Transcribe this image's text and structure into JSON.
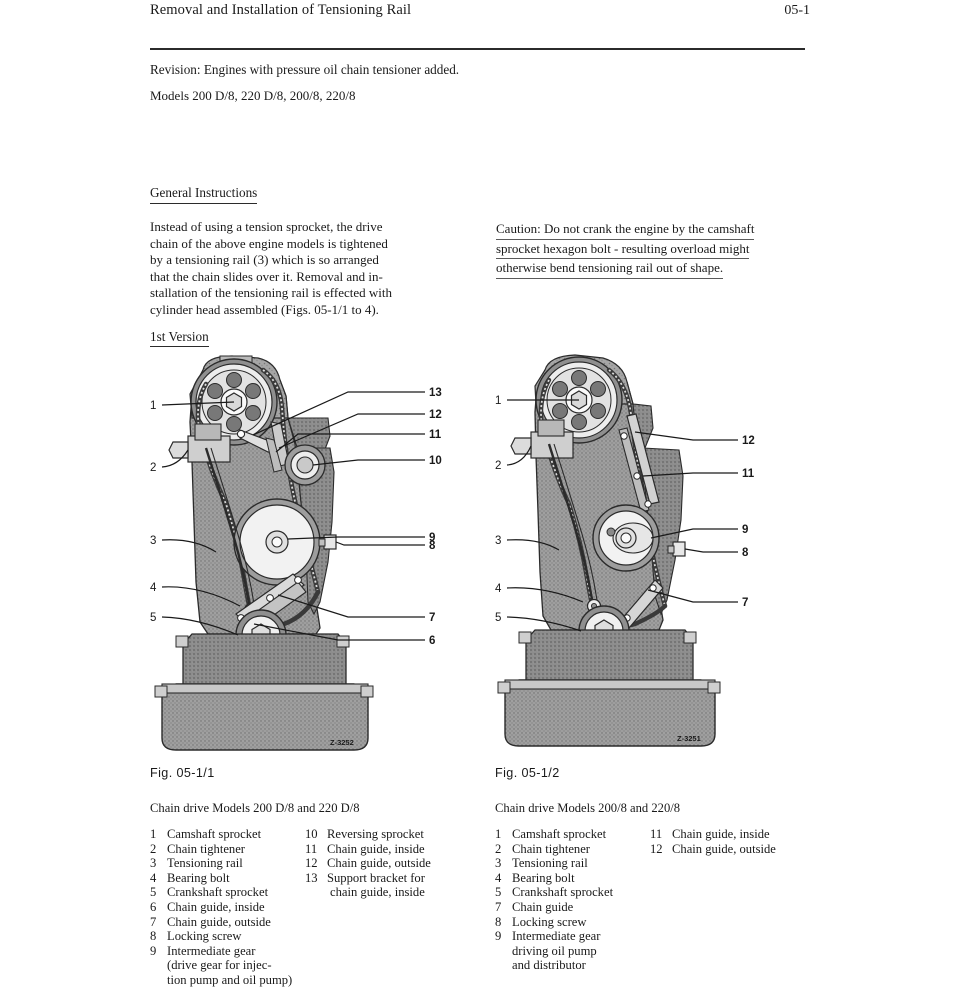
{
  "header": {
    "title": "Removal and Installation of Tensioning Rail",
    "page_number": "05-1"
  },
  "intro": {
    "revision": "Revision: Engines with pressure oil chain tensioner added.",
    "models": "Models 200 D/8, 220 D/8, 200/8, 220/8"
  },
  "general_instructions": {
    "heading": "General Instructions",
    "line1": "Instead of using a tension sprocket, the drive",
    "line2": "chain of the above engine models is tightened",
    "line3": "by a tensioning rail (3) which is so arranged",
    "line4": "that the chain slides over it. Removal and in-",
    "line5": "stallation of the tensioning rail is effected with",
    "line6": "cylinder head assembled (Figs. 05-1/1 to 4).",
    "version_heading": "1st Version"
  },
  "caution": {
    "line1": "Caution: Do not crank the engine by the camshaft",
    "line2": "sprocket hexagon bolt - resulting overload might",
    "line3": "otherwise bend tensioning rail out of shape."
  },
  "figure_left": {
    "caption": "Fig.  05-1/1",
    "photo_code": "Z-3252",
    "callouts_left": [
      "1",
      "2",
      "3",
      "4",
      "5"
    ],
    "callouts_right": [
      "13",
      "12",
      "11",
      "10",
      "9",
      "8",
      "7",
      "6"
    ]
  },
  "figure_right": {
    "caption": "Fig.  05-1/2",
    "photo_code": "Z-3251",
    "callouts_left": [
      "1",
      "2",
      "3",
      "4",
      "5"
    ],
    "callouts_right": [
      "12",
      "11",
      "9",
      "8",
      "7"
    ]
  },
  "legend_left": {
    "title": "Chain drive Models 200 D/8 and 220 D/8",
    "column1": [
      {
        "num": "1",
        "text": "Camshaft sprocket"
      },
      {
        "num": "2",
        "text": "Chain tightener"
      },
      {
        "num": "3",
        "text": "Tensioning rail"
      },
      {
        "num": "4",
        "text": "Bearing bolt"
      },
      {
        "num": "5",
        "text": "Crankshaft sprocket"
      },
      {
        "num": "6",
        "text": "Chain guide, inside"
      },
      {
        "num": "7",
        "text": "Chain guide, outside"
      },
      {
        "num": "8",
        "text": "Locking screw"
      },
      {
        "num": "9",
        "text": "Intermediate gear"
      }
    ],
    "column1_cont": [
      "(drive gear for injec-",
      "tion pump and oil pump)"
    ],
    "column2": [
      {
        "num": "10",
        "text": "Reversing sprocket"
      },
      {
        "num": "11",
        "text": "Chain guide, inside"
      },
      {
        "num": "12",
        "text": "Chain guide, outside"
      },
      {
        "num": "13",
        "text": "Support bracket for"
      }
    ],
    "column2_cont": [
      "chain guide, inside"
    ]
  },
  "legend_right": {
    "title": "Chain drive Models 200/8 and 220/8",
    "column1": [
      {
        "num": "1",
        "text": "Camshaft sprocket"
      },
      {
        "num": "2",
        "text": "Chain tightener"
      },
      {
        "num": "3",
        "text": "Tensioning rail"
      },
      {
        "num": "4",
        "text": "Bearing bolt"
      },
      {
        "num": "5",
        "text": "Crankshaft sprocket"
      },
      {
        "num": "7",
        "text": "Chain guide"
      },
      {
        "num": "8",
        "text": "Locking screw"
      },
      {
        "num": "9",
        "text": "Intermediate gear"
      }
    ],
    "column1_cont": [
      "driving oil pump",
      "and distributor"
    ],
    "column2": [
      {
        "num": "11",
        "text": "Chain guide, inside"
      },
      {
        "num": "12",
        "text": "Chain guide, outside"
      }
    ],
    "column2_cont": []
  },
  "colors": {
    "ink": "#1a1a1a",
    "rule": "#2b2b2b",
    "casting_fill": "#9a9a9a",
    "casting_light": "#c4c4c4",
    "paper": "#ffffff"
  }
}
